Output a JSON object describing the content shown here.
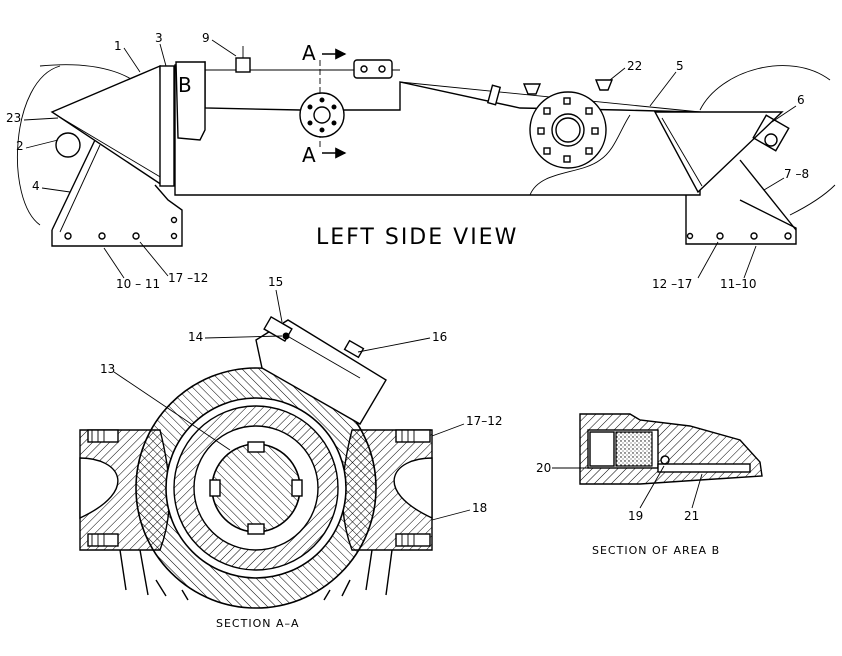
{
  "views": {
    "left_side_view": "LEFT SIDE VIEW",
    "section_aa": "SECTION A–A",
    "section_area_b": "SECTION OF AREA B"
  },
  "markers": {
    "section_a_top": "A",
    "section_a_bottom": "A",
    "area_b": "B"
  },
  "callouts": {
    "c1": "1",
    "c3": "3",
    "c9": "9",
    "c22": "22",
    "c5": "5",
    "c6": "6",
    "c23": "23",
    "c2": "2",
    "c4": "4",
    "c7_8": "7 –8",
    "c10_11": "10 – 11",
    "c17_12_left": "17 –12",
    "c12_17": "12 –17",
    "c11_10": "11–10",
    "c15": "15",
    "c14": "14",
    "c16": "16",
    "c13": "13",
    "c17_12_section": "17–12",
    "c18": "18",
    "c20": "20",
    "c19": "19",
    "c21": "21"
  }
}
